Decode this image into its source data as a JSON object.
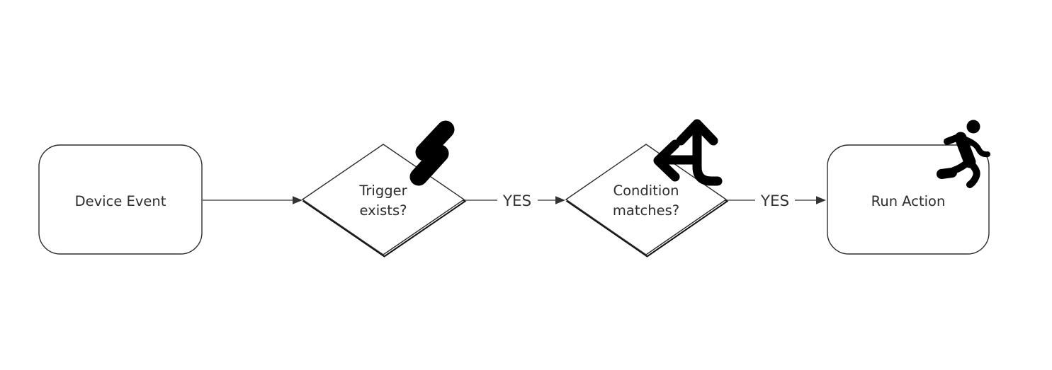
{
  "diagram": {
    "type": "flowchart",
    "direction": "left-to-right",
    "background": "#ffffff",
    "colors": {
      "node_fill": "#ffffff",
      "node_border": "#2d2d2d",
      "diamond_shadow": "#111111",
      "edge_line": "#555555",
      "arrowhead": "#333333",
      "label_text": "#2d2d2d",
      "edge_label_text": "#333333",
      "icon": "#000000"
    },
    "nodes": {
      "device_event": {
        "shape": "rounded-rectangle",
        "label": "Device Event",
        "icon": null
      },
      "trigger_exists": {
        "shape": "decision-diamond",
        "label": "Trigger exists?",
        "label_lines": [
          "Trigger",
          "exists?"
        ],
        "icon": "lightning-bolt"
      },
      "condition_matches": {
        "shape": "decision-diamond",
        "label": "Condition matches?",
        "label_lines": [
          "Condition",
          "matches?"
        ],
        "icon": "directions-fork"
      },
      "run_action": {
        "shape": "rounded-rectangle",
        "label": "Run Action",
        "icon": "running-person"
      }
    },
    "edges": {
      "device_to_trigger": {
        "from": "device_event",
        "to": "trigger_exists",
        "label": ""
      },
      "trigger_to_condition": {
        "from": "trigger_exists",
        "to": "condition_matches",
        "label": "YES"
      },
      "condition_to_action": {
        "from": "condition_matches",
        "to": "run_action",
        "label": "YES"
      }
    }
  }
}
